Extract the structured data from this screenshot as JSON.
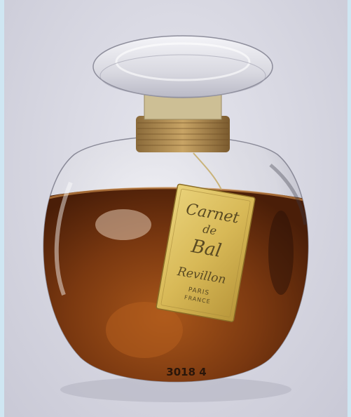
{
  "image": {
    "subject": "perfume-bottle-photo",
    "background_color": "#cfe6f2",
    "photo_backdrop_color": "#d9d9e3",
    "liquid_color": "#7a3810",
    "label_color": "#d8b957"
  },
  "label": {
    "line1": "Carnet",
    "line2": "de",
    "line3": "Bal",
    "brand": "Revillon",
    "city": "PARIS",
    "country": "FRANCE"
  },
  "bottle": {
    "serial": "3018 4"
  }
}
